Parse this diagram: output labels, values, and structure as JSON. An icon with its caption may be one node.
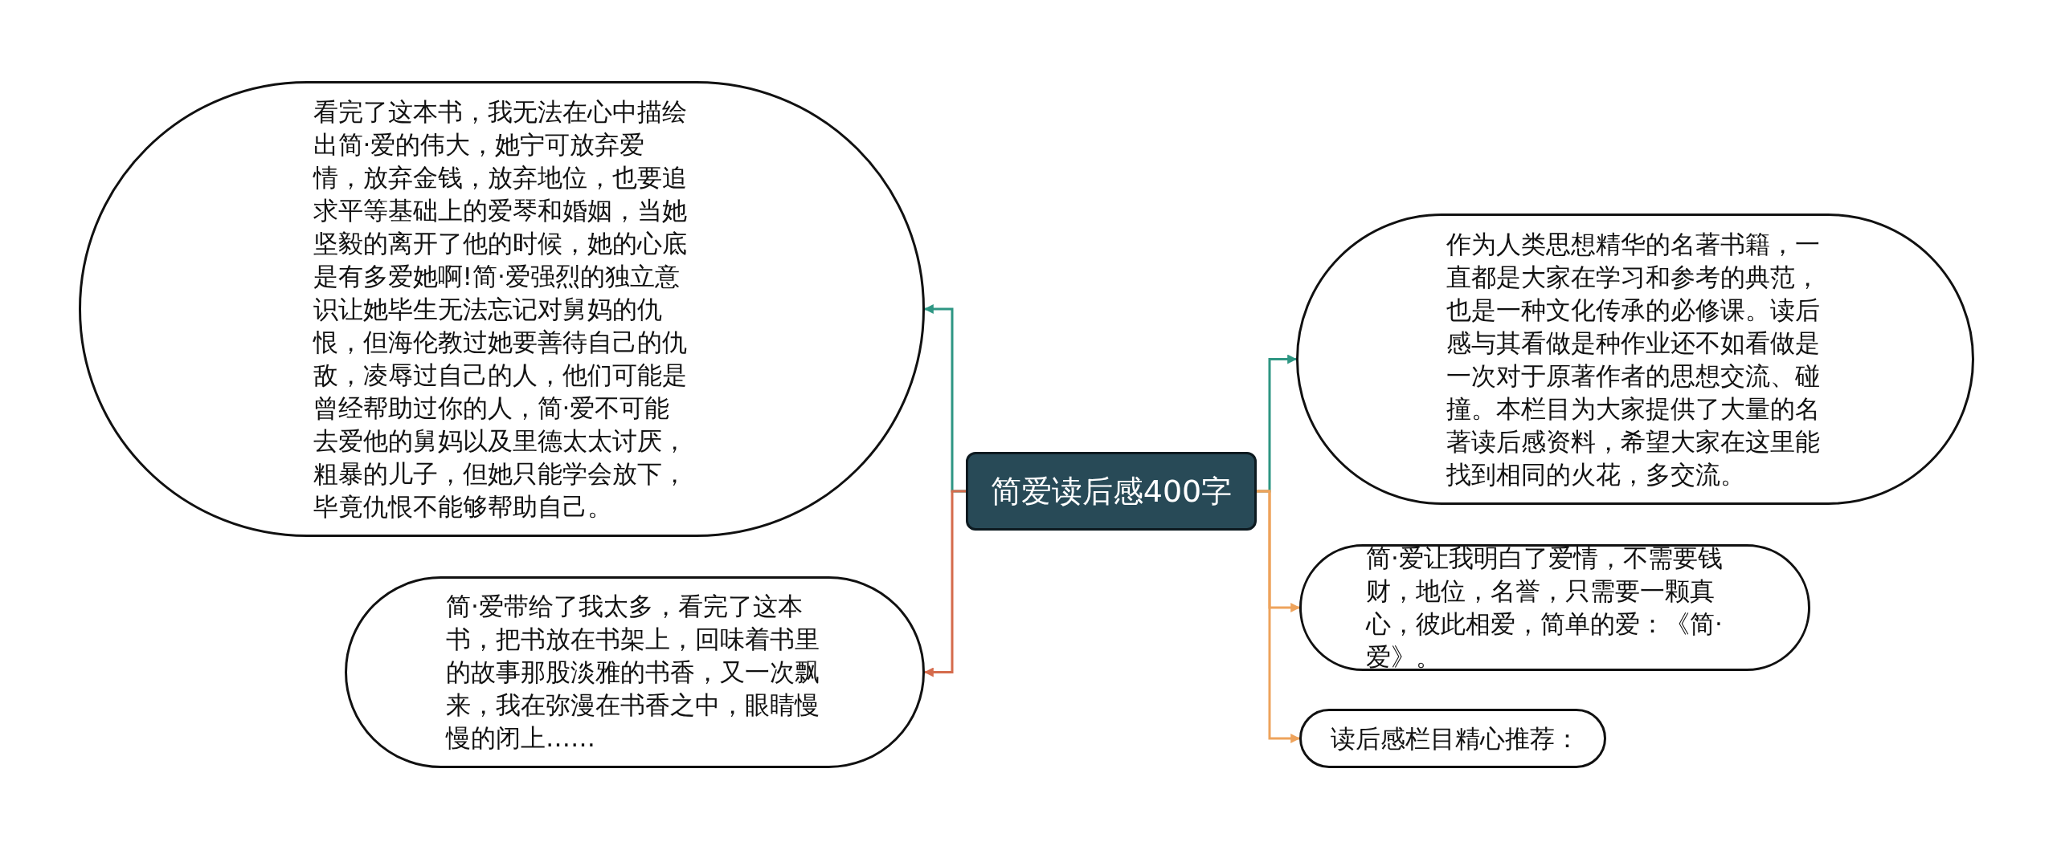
{
  "diagram": {
    "nodes": [
      {
        "text": [
          "简爱读后感400字"
        ]
      },
      {
        "text": [
          "看完了这本书，我无法在心中描绘出简·爱的伟大，她宁可放弃爱情，放弃金钱，放弃地位，也要追求平等基础上的爱琴和婚姻，当她坚毅的离开了他的时候，她的心底是有多爱她啊!简·爱强烈的独立意识让她毕生无法忘记对舅妈的仇恨，但海伦教过她要善待自己的仇敌，凌辱过自己的人，他们可能是曾经帮助过你的人，简·爱不可能去爱他的舅妈以及里德太太讨厌，粗暴的儿子，但她只能学会放下，毕竟仇恨不能够帮助自己。"
        ]
      },
      {
        "text": [
          "简·爱带给了我太多，看完了这本书，把书放在书架上，回味着书里的故事那股淡雅的书香，又一次飘来，我在弥漫在书香之中，眼睛慢慢的闭上……"
        ]
      },
      {
        "text": [
          "作为人类思想精华的名著书籍，一直都是大家在学习和参考的典范，也是一种文化传承的必修课。读后感与其看做是种作业还不如看做是一次对于原著作者的思想交流、碰撞。本栏目为大家提供了大量的名著读后感资料，希望大家在这里能找到相同的火花，多交流。"
        ]
      },
      {
        "text": [
          "简·爱让我明白了爱情，不需要钱财，地位，名誉，只需要一颗真心，彼此相爱，简单的爱：《简·爱》。"
        ]
      },
      {
        "text": [
          "读后感栏目精心推荐："
        ]
      }
    ],
    "edges": [
      {
        "from": 0,
        "to": 1,
        "arrow": "to",
        "color": "#2e9683"
      },
      {
        "from": 0,
        "to": 2,
        "arrow": "to",
        "color": "#d56b4c"
      },
      {
        "from": 0,
        "to": 3,
        "arrow": "to",
        "color": "#2e9683"
      },
      {
        "from": 0,
        "to": 4,
        "arrow": "to",
        "color": "#eea35c"
      },
      {
        "from": 0,
        "to": 5,
        "arrow": "to",
        "color": "#eea35c"
      }
    ]
  }
}
